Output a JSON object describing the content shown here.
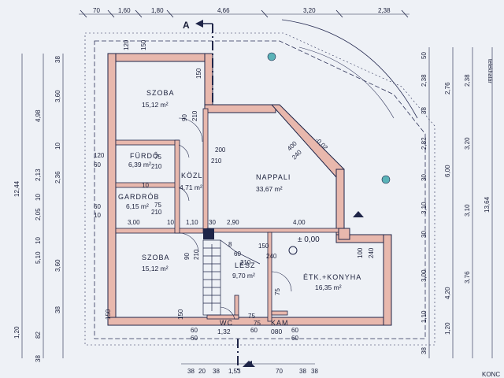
{
  "section_marker": "A",
  "top_dims": [
    "70",
    "1,60",
    "1,80",
    "4,66",
    "3,20",
    "2,38"
  ],
  "left_dims_outer": [
    "12,44"
  ],
  "left_dims_mid": [
    "4,98",
    "2,36",
    "5,10",
    "1,20",
    "82",
    "38"
  ],
  "left_dims_inner": [
    "38",
    "3,60",
    "10",
    "2,13",
    "10",
    "2,05",
    "10",
    "3,60",
    "38"
  ],
  "right_dims_inner": [
    "50",
    "2,38",
    "38",
    "2,82",
    "30",
    "3,10",
    "30",
    "3,00",
    "1,10",
    "38"
  ],
  "right_dims_mid": [
    "2,76",
    "6,00",
    "4,20",
    "1,20"
  ],
  "right_dims_outer": [
    "2,38",
    "3,20",
    "3,10",
    "3,76",
    "13,64"
  ],
  "bottom_dims": [
    "38",
    "20",
    "1,53",
    "70",
    "38"
  ],
  "corner_note": "telekhatár",
  "corner_logo": "KONC",
  "rooms": {
    "szoba1": {
      "name": "SZOBA",
      "area": "15,12 m²"
    },
    "furdo": {
      "name": "FÜRDŐ",
      "area": "6,39 m²"
    },
    "gardrob": {
      "name": "GARDRÓB",
      "area": "6,15 m²"
    },
    "kozl": {
      "name": "KÖZL",
      "area": "4,71 m²"
    },
    "nappali": {
      "name": "NAPPALI",
      "area": "33,67 m²"
    },
    "szoba2": {
      "name": "SZOBA",
      "area": "15,12 m²"
    },
    "lesz": {
      "name": "LÉSZ",
      "area": "9,70 m²"
    },
    "etk": {
      "name": "ÉTK.+KONYHA",
      "area": "16,35 m²"
    },
    "wc": {
      "name": "WC",
      "area": "1,32"
    },
    "kam": {
      "name": "KAM",
      "area": "080"
    }
  },
  "level": "± 0,00",
  "level_terrace": "-0,02",
  "openings": {
    "o1": "120",
    "o2": "150",
    "o3": "150",
    "o4": "90",
    "o5": "210",
    "o6": "120",
    "o7": "60",
    "o8": "75",
    "o9": "210",
    "o10": "200",
    "o11": "210",
    "o12": "75",
    "o13": "210",
    "o14": "10",
    "o15": "3,00",
    "o16": "1,10",
    "o17": "30",
    "o18": "2,90",
    "o19": "4,00",
    "o20": "400",
    "o21": "240",
    "o22": "150",
    "o23": "240",
    "o24": "60",
    "o25": "210",
    "o26": "90",
    "o27": "210",
    "o28": "75",
    "o29": "75",
    "o30": "100",
    "o31": "240",
    "o32": "60",
    "o33": "60",
    "o34": "60",
    "o35": "75",
    "o36": "60",
    "o37": "60",
    "o38": "150",
    "o39": "150",
    "o40": "60",
    "o41": "10",
    "o42": "10",
    "o43": "8",
    "o44": "38",
    "o45": "38"
  },
  "colors": {
    "wall_fill": "#e8b8ad",
    "ink": "#1f2548",
    "teal": "#5ab3b8",
    "paper": "#eef1f6"
  }
}
